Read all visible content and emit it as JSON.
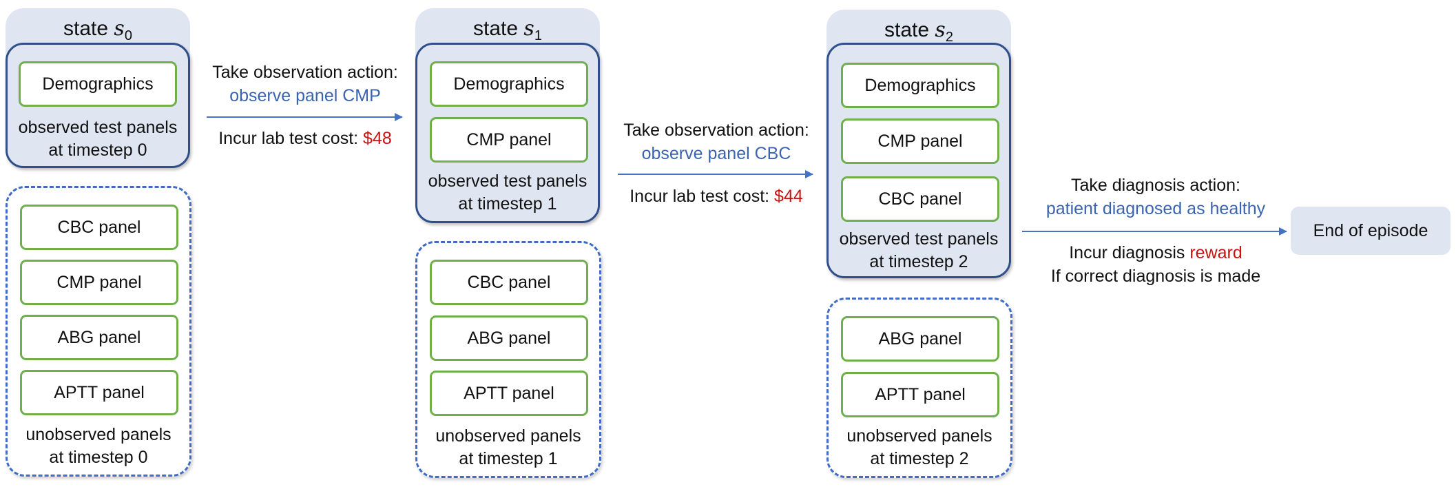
{
  "states": [
    {
      "title_prefix": "state",
      "symbol": "s",
      "subscript": "0",
      "observed": [
        "Demographics"
      ],
      "observed_caption_line1": "observed test panels",
      "observed_caption_line2": "at timestep 0",
      "unobserved": [
        "CBC panel",
        "CMP panel",
        "ABG panel",
        "APTT panel"
      ],
      "unobserved_caption_line1": "unobserved panels",
      "unobserved_caption_line2": "at timestep 0"
    },
    {
      "title_prefix": "state",
      "symbol": "s",
      "subscript": "1",
      "observed": [
        "Demographics",
        "CMP panel"
      ],
      "observed_caption_line1": "observed test panels",
      "observed_caption_line2": "at timestep 1",
      "unobserved": [
        "CBC panel",
        "ABG panel",
        "APTT panel"
      ],
      "unobserved_caption_line1": "unobserved panels",
      "unobserved_caption_line2": "at timestep 1"
    },
    {
      "title_prefix": "state",
      "symbol": "s",
      "subscript": "2",
      "observed": [
        "Demographics",
        "CMP panel",
        "CBC panel"
      ],
      "observed_caption_line1": "observed test panels",
      "observed_caption_line2": "at timestep 2",
      "unobserved": [
        "ABG panel",
        "APTT panel"
      ],
      "unobserved_caption_line1": "unobserved panels",
      "unobserved_caption_line2": "at timestep 2"
    }
  ],
  "transitions": [
    {
      "action_label": "Take observation action:",
      "action_detail": "observe panel CMP",
      "cost_label": "Incur lab test cost: ",
      "cost_value": "$48"
    },
    {
      "action_label": "Take observation action:",
      "action_detail": "observe panel CBC",
      "cost_label": "Incur lab test cost: ",
      "cost_value": "$44"
    },
    {
      "action_label": "Take diagnosis action:",
      "action_detail": "patient diagnosed as healthy",
      "reward_label": "Incur diagnosis ",
      "reward_value": "reward",
      "reward_condition": "If correct diagnosis is made"
    }
  ],
  "end_label": "End of episode",
  "colors": {
    "state_bg": "#dfe6f2",
    "observed_border": "#2f4e8a",
    "unobserved_border": "#3f6cc4",
    "panel_border": "#6fb04a",
    "action_text": "#3a64b0",
    "cost_text": "#cc1111",
    "arrow": "#4472c4"
  }
}
